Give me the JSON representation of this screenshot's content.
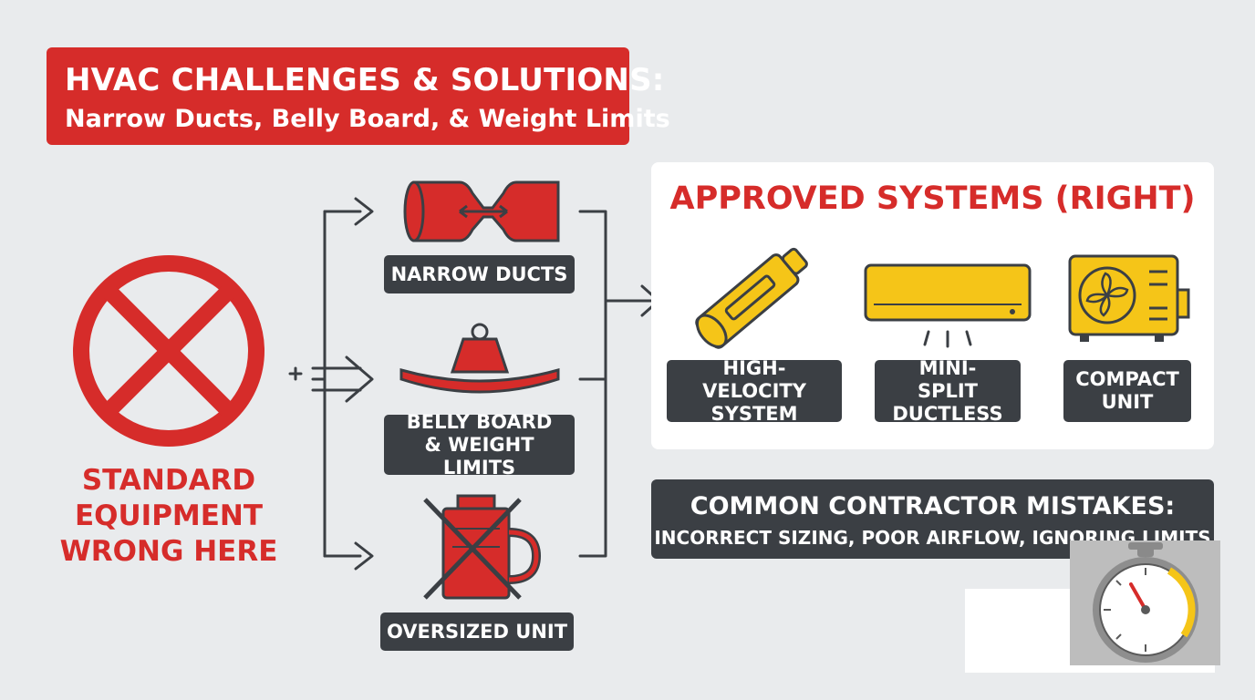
{
  "title": {
    "main": "HVAC CHALLENGES & SOLUTIONS:",
    "sub": "Narrow Ducts, Belly Board, & Weight Limits"
  },
  "standard_equipment": {
    "label_lines": [
      "STANDARD",
      "EQUIPMENT",
      "WRONG HERE"
    ],
    "icon": "prohibited-x-icon"
  },
  "challenges": [
    {
      "label": "NARROW DUCTS",
      "icon": "narrow-duct-icon"
    },
    {
      "label": "BELLY BOARD & WEIGHT LIMITS",
      "icon": "weight-on-board-icon"
    },
    {
      "label": "OVERSIZED UNIT",
      "icon": "crossed-out-unit-icon"
    }
  ],
  "approved": {
    "title": "APPROVED SYSTEMS (RIGHT)",
    "systems": [
      {
        "label": "HIGH-VELOCITY SYSTEM",
        "icon": "high-velocity-tube-icon"
      },
      {
        "label": "MINI-SPLIT DUCTLESS",
        "icon": "mini-split-icon"
      },
      {
        "label": "COMPACT UNIT",
        "icon": "compact-condenser-icon"
      }
    ]
  },
  "mistakes": {
    "title": "COMMON CONTRACTOR MISTAKES:",
    "subtitle": "INCORRECT SIZING, POOR AIRFLOW, IGNORING LIMITS"
  },
  "colors": {
    "red": "#d62c2a",
    "dark": "#3b3f44",
    "yellow": "#f5c518",
    "background": "#e9ebed"
  }
}
